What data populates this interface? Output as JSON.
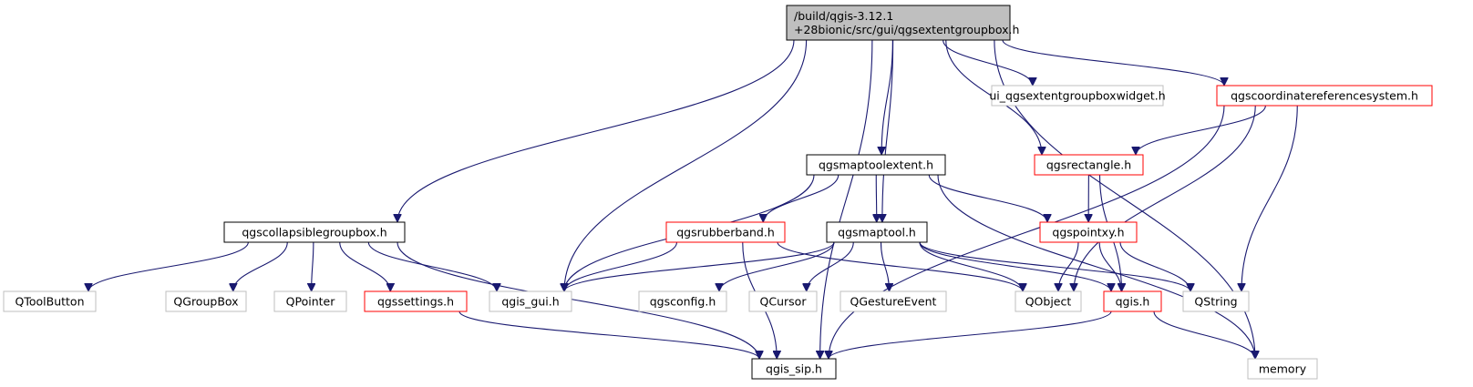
{
  "colors": {
    "edge": "#191970",
    "border_normal": "#000000",
    "border_truncated": "#ff0000",
    "border_external": "#bfbfbf",
    "fill_root": "#bfbfbf",
    "fill_normal": "#ffffff",
    "text": "#000000"
  },
  "nodes": [
    {
      "id": "root",
      "lines": [
        "/build/qgis-3.12.1",
        "+28bionic/src/gui/qgsextentgroupbox.h"
      ],
      "style": "root"
    },
    {
      "id": "collapsible",
      "lines": [
        "qgscollapsiblegroupbox.h"
      ],
      "style": "normal"
    },
    {
      "id": "maptoolextent",
      "lines": [
        "qgsmaptoolextent.h"
      ],
      "style": "normal"
    },
    {
      "id": "ui_widget",
      "lines": [
        "ui_qgsextentgroupboxwidget.h"
      ],
      "style": "external"
    },
    {
      "id": "crs",
      "lines": [
        "qgscoordinatereferencesystem.h"
      ],
      "style": "truncated"
    },
    {
      "id": "rectangle",
      "lines": [
        "qgsrectangle.h"
      ],
      "style": "truncated"
    },
    {
      "id": "rubberband",
      "lines": [
        "qgsrubberband.h"
      ],
      "style": "truncated"
    },
    {
      "id": "maptool",
      "lines": [
        "qgsmaptool.h"
      ],
      "style": "normal"
    },
    {
      "id": "pointxy",
      "lines": [
        "qgspointxy.h"
      ],
      "style": "truncated"
    },
    {
      "id": "qtoolbutton",
      "lines": [
        "QToolButton"
      ],
      "style": "external"
    },
    {
      "id": "qgroupbox",
      "lines": [
        "QGroupBox"
      ],
      "style": "external"
    },
    {
      "id": "qpointer",
      "lines": [
        "QPointer"
      ],
      "style": "external"
    },
    {
      "id": "settings",
      "lines": [
        "qgssettings.h"
      ],
      "style": "truncated"
    },
    {
      "id": "gui",
      "lines": [
        "qgis_gui.h"
      ],
      "style": "external"
    },
    {
      "id": "config",
      "lines": [
        "qgsconfig.h"
      ],
      "style": "external"
    },
    {
      "id": "qcursor",
      "lines": [
        "QCursor"
      ],
      "style": "external"
    },
    {
      "id": "qgesture",
      "lines": [
        "QGestureEvent"
      ],
      "style": "external"
    },
    {
      "id": "qobject",
      "lines": [
        "QObject"
      ],
      "style": "external"
    },
    {
      "id": "qgis",
      "lines": [
        "qgis.h"
      ],
      "style": "truncated"
    },
    {
      "id": "qstring",
      "lines": [
        "QString"
      ],
      "style": "external"
    },
    {
      "id": "sip",
      "lines": [
        "qgis_sip.h"
      ],
      "style": "normal"
    },
    {
      "id": "memory",
      "lines": [
        "memory"
      ],
      "style": "external"
    }
  ],
  "edges": [
    {
      "from": "root",
      "to": "collapsible"
    },
    {
      "from": "root",
      "to": "gui"
    },
    {
      "from": "root",
      "to": "maptoolextent"
    },
    {
      "from": "root",
      "to": "maptool"
    },
    {
      "from": "root",
      "to": "sip"
    },
    {
      "from": "root",
      "to": "rectangle"
    },
    {
      "from": "root",
      "to": "ui_widget"
    },
    {
      "from": "root",
      "to": "crs"
    },
    {
      "from": "root",
      "to": "memory"
    },
    {
      "from": "crs",
      "to": "rectangle"
    },
    {
      "from": "crs",
      "to": "qobject"
    },
    {
      "from": "crs",
      "to": "qstring"
    },
    {
      "from": "crs",
      "to": "sip"
    },
    {
      "from": "rectangle",
      "to": "pointxy"
    },
    {
      "from": "rectangle",
      "to": "qgis"
    },
    {
      "from": "maptoolextent",
      "to": "gui"
    },
    {
      "from": "maptoolextent",
      "to": "rubberband"
    },
    {
      "from": "maptoolextent",
      "to": "maptool"
    },
    {
      "from": "maptoolextent",
      "to": "pointxy"
    },
    {
      "from": "maptoolextent",
      "to": "memory"
    },
    {
      "from": "collapsible",
      "to": "qtoolbutton"
    },
    {
      "from": "collapsible",
      "to": "qgroupbox"
    },
    {
      "from": "collapsible",
      "to": "qpointer"
    },
    {
      "from": "collapsible",
      "to": "settings"
    },
    {
      "from": "collapsible",
      "to": "gui"
    },
    {
      "from": "collapsible",
      "to": "sip"
    },
    {
      "from": "rubberband",
      "to": "gui"
    },
    {
      "from": "rubberband",
      "to": "qobject"
    },
    {
      "from": "rubberband",
      "to": "sip"
    },
    {
      "from": "maptool",
      "to": "gui"
    },
    {
      "from": "maptool",
      "to": "config"
    },
    {
      "from": "maptool",
      "to": "qcursor"
    },
    {
      "from": "maptool",
      "to": "qgesture"
    },
    {
      "from": "maptool",
      "to": "qobject"
    },
    {
      "from": "maptool",
      "to": "qgis"
    },
    {
      "from": "maptool",
      "to": "qstring"
    },
    {
      "from": "pointxy",
      "to": "qobject"
    },
    {
      "from": "pointxy",
      "to": "qgis"
    },
    {
      "from": "pointxy",
      "to": "qstring"
    },
    {
      "from": "settings",
      "to": "sip"
    },
    {
      "from": "qgis",
      "to": "sip"
    },
    {
      "from": "qgis",
      "to": "memory"
    }
  ]
}
